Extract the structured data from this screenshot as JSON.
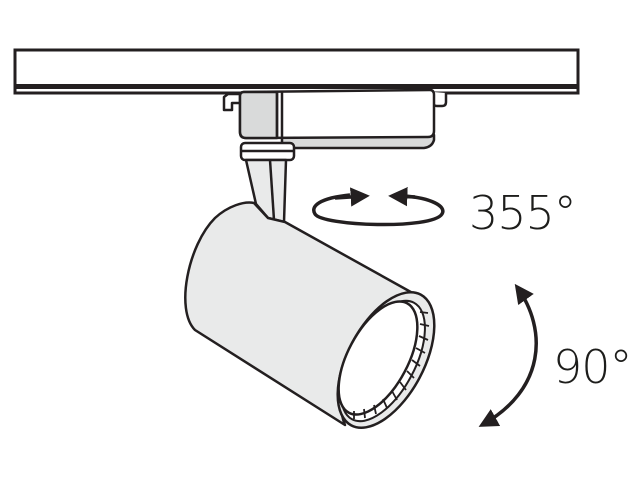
{
  "diagram": {
    "subject": "track spotlight rotation and tilt range",
    "labels": {
      "horizontal_rotation": "355°",
      "vertical_tilt": "90°"
    },
    "colors": {
      "stroke": "#231f20",
      "fill_light": "#e9eaea",
      "fill_mid": "#d9dada",
      "background": "#ffffff",
      "text": "#1d1d1b"
    },
    "parts": [
      "track-rail",
      "track-adapter",
      "swivel-collar",
      "mounting-arm",
      "spotlight-body",
      "lens-bezel",
      "rotation-arrow",
      "tilt-arrow"
    ]
  }
}
